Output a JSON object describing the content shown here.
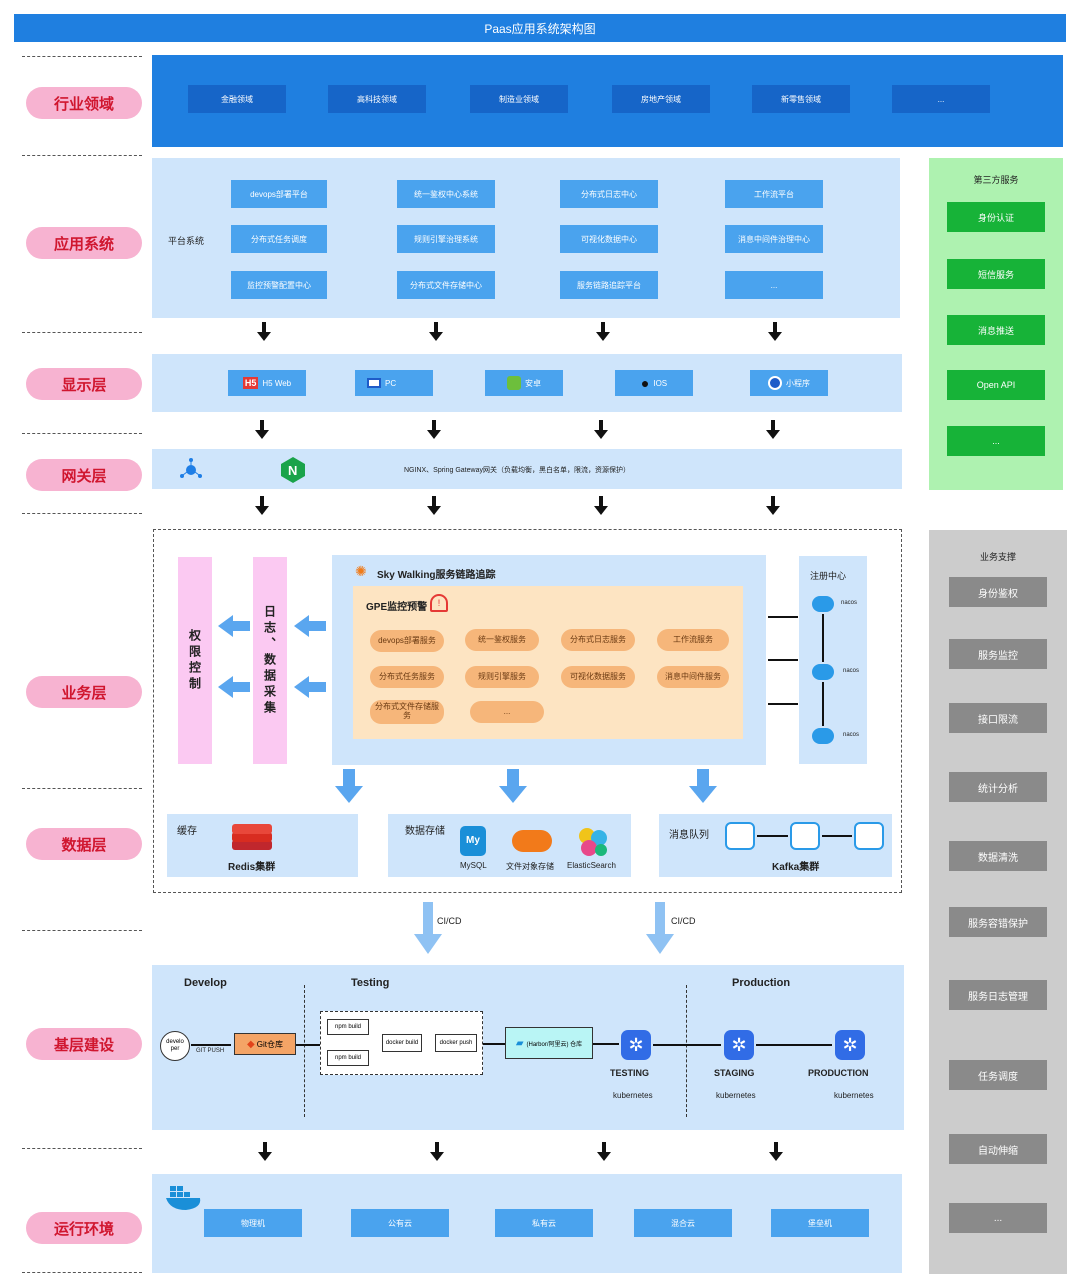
{
  "title": "Paas应用系统架构图",
  "layers": {
    "industry": "行业领域",
    "application": "应用系统",
    "display": "显示层",
    "gateway": "网关层",
    "business": "业务层",
    "data": "数据层",
    "infra": "基层建设",
    "runtime": "运行环境"
  },
  "industry_items": [
    "金融领域",
    "高科技领域",
    "制造业领域",
    "房地产领域",
    "新零售领域",
    "..."
  ],
  "app": {
    "platform_label": "平台系统",
    "items": [
      "devops部署平台",
      "统一鉴权中心系统",
      "分布式日志中心",
      "工作流平台",
      "分布式任务调度",
      "规则引擎治理系统",
      "可视化数据中心",
      "消息中间件治理中心",
      "监控预警配置中心",
      "分布式文件存储中心",
      "服务链路追踪平台",
      "..."
    ]
  },
  "display_items": [
    "H5 Web",
    "PC",
    "安卓",
    "IOS",
    "小程序"
  ],
  "display_icons": [
    "h5-icon",
    "pc-icon",
    "android-icon",
    "apple-icon",
    "miniprogram-icon"
  ],
  "gateway": {
    "text": "NGINX、Spring Gateway网关（负载均衡，黑白名单，限流，资源保护）"
  },
  "third_party": {
    "title": "第三方服务",
    "items": [
      "身份认证",
      "短信服务",
      "消息推送",
      "Open API",
      "..."
    ]
  },
  "business": {
    "auth_text": "权限控制",
    "log_text": "日志、数据采集",
    "skywalking": "Sky Walking服务链路追踪",
    "gpe": "GPE监控预警",
    "services": [
      "devops部署服务",
      "统一鉴权服务",
      "分布式日志服务",
      "工作流服务",
      "分布式任务服务",
      "规则引擎服务",
      "可视化数据服务",
      "消息中间件服务",
      "分布式文件存储服务",
      "..."
    ],
    "registry_title": "注册中心",
    "nacos": [
      "nacos",
      "nacos",
      "nacos"
    ]
  },
  "support": {
    "title": "业务支撑",
    "items": [
      "身份鉴权",
      "服务监控",
      "接口限流",
      "统计分析",
      "数据清洗",
      "服务容错保护",
      "服务日志管理",
      "任务调度",
      "自动伸缩",
      "..."
    ]
  },
  "data": {
    "cache_title": "缓存",
    "redis": "Redis集群",
    "storage_title": "数据存储",
    "mysql": "MySQL",
    "oss": "文件对象存储",
    "es": "ElasticSearch",
    "mq_title": "消息队列",
    "kafka": "Kafka集群"
  },
  "cicd": [
    "CI/CD",
    "CI/CD"
  ],
  "infra": {
    "develop": "Develop",
    "testing": "Testing",
    "production": "Production",
    "developer": "develo per",
    "git_push": "GIT PUSH",
    "git_repo": "Git仓库",
    "npm1": "npm build",
    "npm2": "npm build",
    "docker_build": "docker build",
    "docker_push": "docker push",
    "harbor": "(Harbor/阿里云) 仓库",
    "testing_env": "TESTING",
    "staging_env": "STAGING",
    "production_env": "PRODUCTION",
    "k8s": [
      "kubernetes",
      "kubernetes",
      "kubernetes"
    ]
  },
  "runtime_items": [
    "物理机",
    "公有云",
    "私有云",
    "混合云",
    "堡垒机"
  ],
  "colors": {
    "primary": "#1f7fe0",
    "panel": "#cfe5fb",
    "label_bg": "#f7b3d1",
    "label_text": "#d0162f",
    "green": "#17b338",
    "gray": "#8a8a8a",
    "orange": "#f6b67a"
  }
}
